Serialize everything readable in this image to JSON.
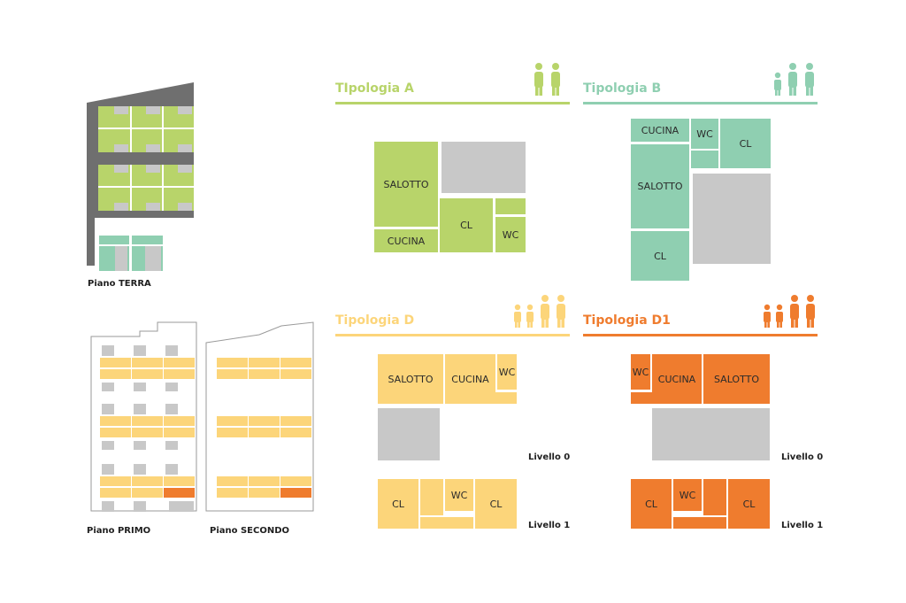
{
  "colors": {
    "green": "#b8d46a",
    "teal": "#8fcfb1",
    "yellow": "#fcd57a",
    "orange": "#ef7c2e",
    "gray": "#c8c8c8",
    "dark_gray": "#6f6f6f",
    "line_gray": "#9a9a9a"
  },
  "floor_plans": {
    "terra": "Piano TERRA",
    "primo": "Piano PRIMO",
    "secondo": "Piano SECONDO"
  },
  "tipologia_a": {
    "title": "TIpologia A",
    "people_icon": "two-adults-icon",
    "rooms": {
      "salotto": "SALOTTO",
      "cucina": "CUCINA",
      "cl": "CL",
      "wc": "WC"
    }
  },
  "tipologia_b": {
    "title": "Tipologia B",
    "people_icon": "three-people-icon",
    "rooms": {
      "cucina": "CUCINA",
      "wc": "WC",
      "cl_top": "CL",
      "salotto": "SALOTTO",
      "cl_bottom": "CL"
    }
  },
  "tipologia_d": {
    "title": "Tipologia D",
    "people_icon": "family-four-icon",
    "level0": {
      "label": "Livello 0",
      "salotto": "SALOTTO",
      "cucina": "CUCINA",
      "wc": "WC"
    },
    "level1": {
      "label": "Livello 1",
      "cl_left": "CL",
      "wc": "WC",
      "cl_right": "CL"
    }
  },
  "tipologia_d1": {
    "title": "Tipologia D1",
    "people_icon": "family-four-icon",
    "level0": {
      "label": "Livello 0",
      "wc": "WC",
      "cucina": "CUCINA",
      "salotto": "SALOTTO"
    },
    "level1": {
      "label": "Livello 1",
      "cl_left": "CL",
      "wc": "WC",
      "cl_right": "CL"
    }
  }
}
